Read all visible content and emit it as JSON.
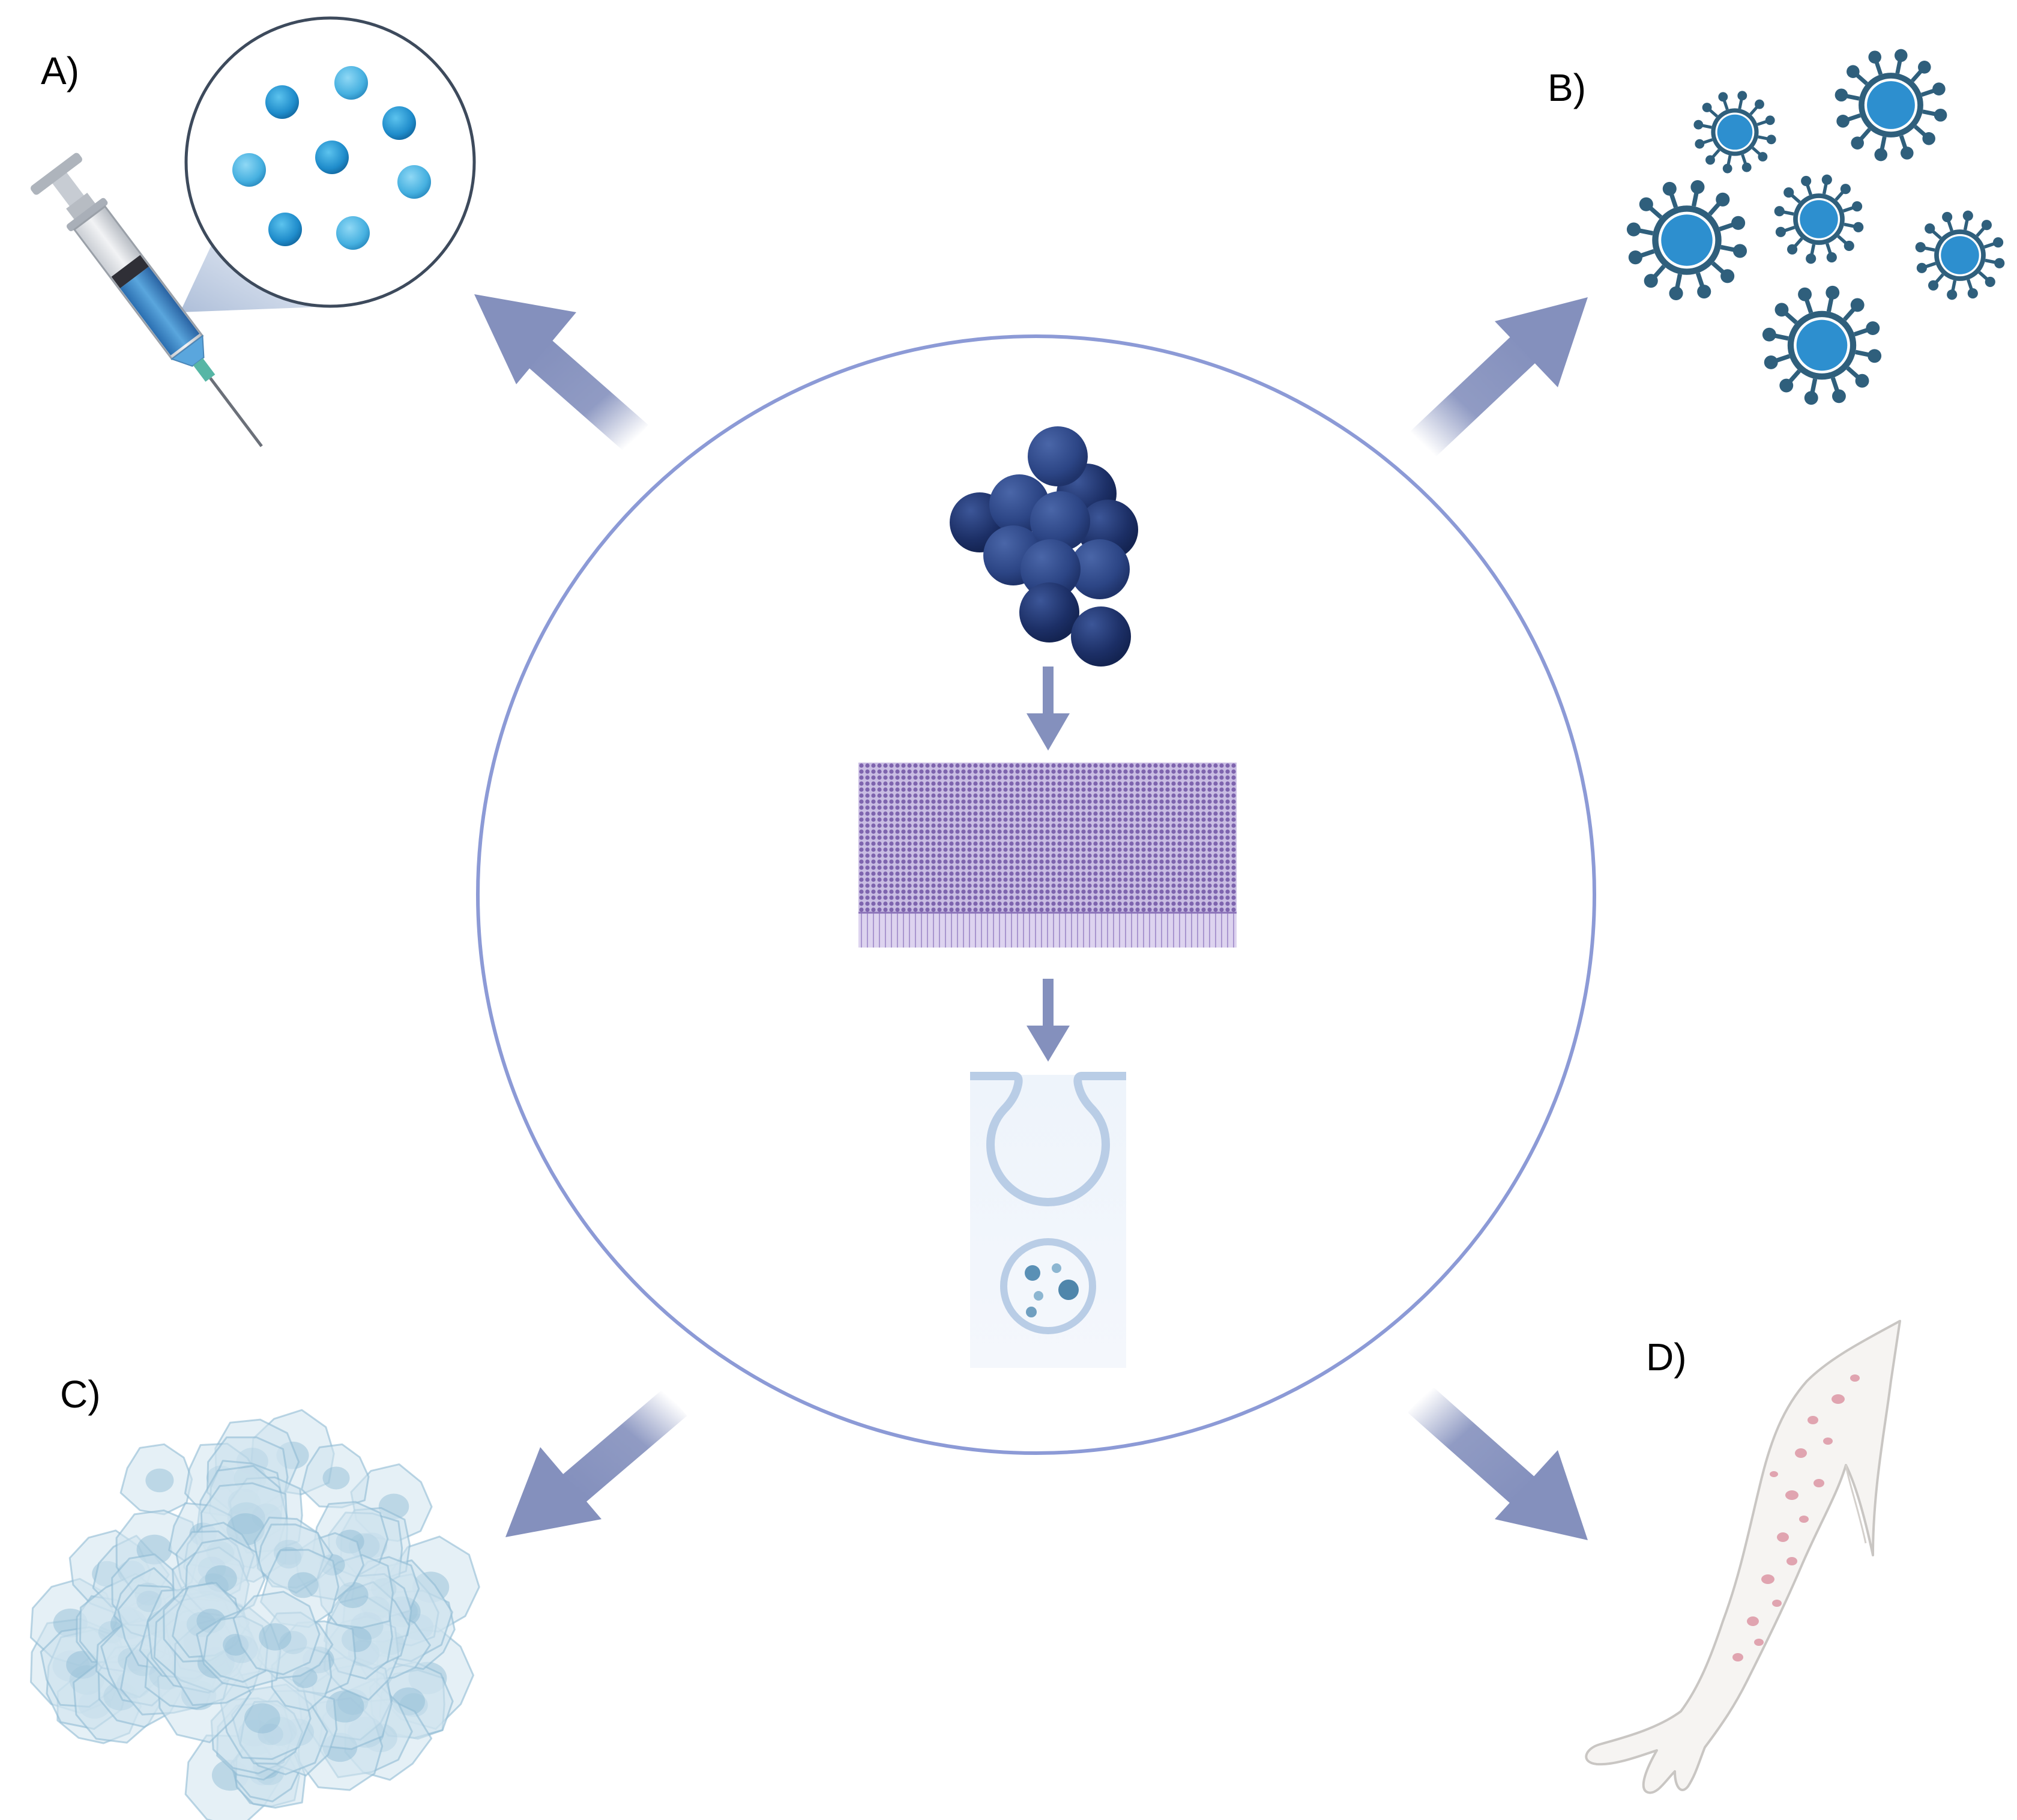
{
  "labels": {
    "a": "A)",
    "b": "B)",
    "c": "C)",
    "d": "D)"
  },
  "colors": {
    "circle_stroke": "#8c9ad6",
    "arrow": "#8490bd",
    "cluster_dark": "#1c2f66",
    "cluster_mid": "#2c4585",
    "particle": "#2f9bd3",
    "virus": "#2d8fcf",
    "virus_spike": "#2f5f7c",
    "membrane": "#8a72b8",
    "cell_cluster": "#a9cfe3",
    "arm_skin": "#f6f4f2",
    "rash": "#d98a9a"
  },
  "icons": {
    "center_top": "sphere-cluster-icon",
    "center_middle": "membrane-layer-icon",
    "center_bottom": "organ-on-chip-icon",
    "a": "syringe-with-particles-icon",
    "b": "virus-particles-icon",
    "c": "cell-cluster-icon",
    "d": "arm-with-rash-icon"
  }
}
